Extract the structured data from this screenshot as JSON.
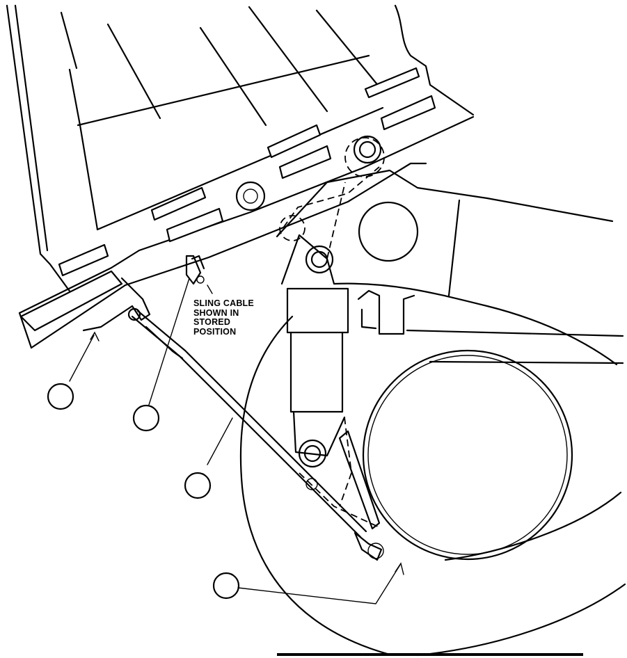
{
  "callout": {
    "sling_cable_label": "SLING CABLE\nSHOWN IN\nSTORED\nPOSITION"
  },
  "index_balloons": [
    {
      "name": "balloon-1",
      "text": ""
    },
    {
      "name": "balloon-2",
      "text": ""
    },
    {
      "name": "balloon-3",
      "text": ""
    },
    {
      "name": "balloon-4",
      "text": ""
    }
  ],
  "colors": {
    "ink": "#000000",
    "paper": "#ffffff"
  }
}
